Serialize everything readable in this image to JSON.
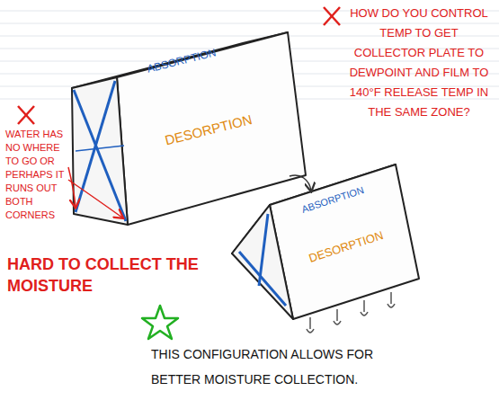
{
  "diagram": {
    "labels": [
      "HOW DO YOU CONTROL TEMP TO GET COLLECTOR PLATE TO DEWPOINT AND FILM TO 140°F RELEASE TEMP IN THE SAME ZONE?",
      "WATER HAS NO WHERE TO GO OR PERHAPS IT RUNS OUT BOTH CORNERS",
      "HARD TO COLLECT THE MOISTURE",
      "ABSORPTION",
      "DESORPTION",
      "ABSORPTION",
      "DESORPTION",
      "THIS CONFIGURATION ALLOWS FOR BETTER MOISTURE COLLECTION."
    ]
  }
}
